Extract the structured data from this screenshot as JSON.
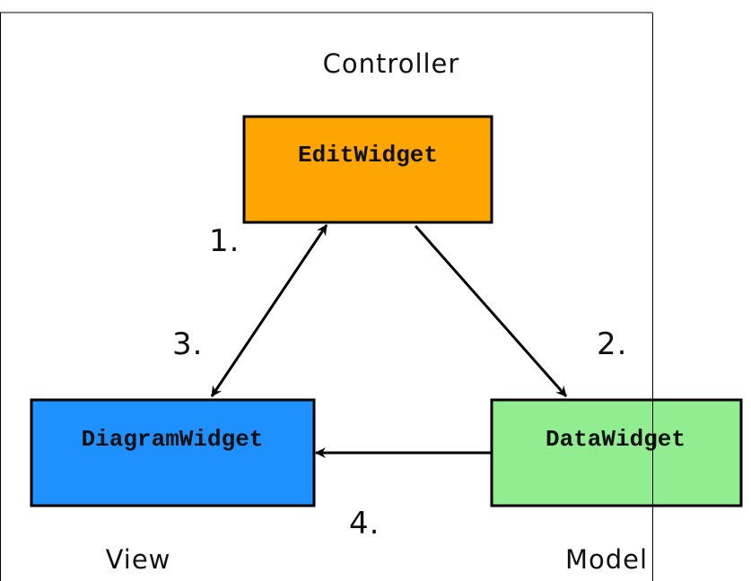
{
  "regions": {
    "controller": "Controller",
    "view": "View",
    "model": "Model"
  },
  "boxes": {
    "edit": {
      "label": "EditWidget",
      "fill": "#FFA500"
    },
    "diagram": {
      "label": "DiagramWidget",
      "fill": "#1E90FF"
    },
    "data": {
      "label": "DataWidget",
      "fill": "#90EE90"
    }
  },
  "steps": {
    "one": "1.",
    "two": "2.",
    "three": "3.",
    "four": "4."
  },
  "colors": {
    "stroke": "#000000",
    "frame": "#000000",
    "background": "#FFFFFF"
  }
}
